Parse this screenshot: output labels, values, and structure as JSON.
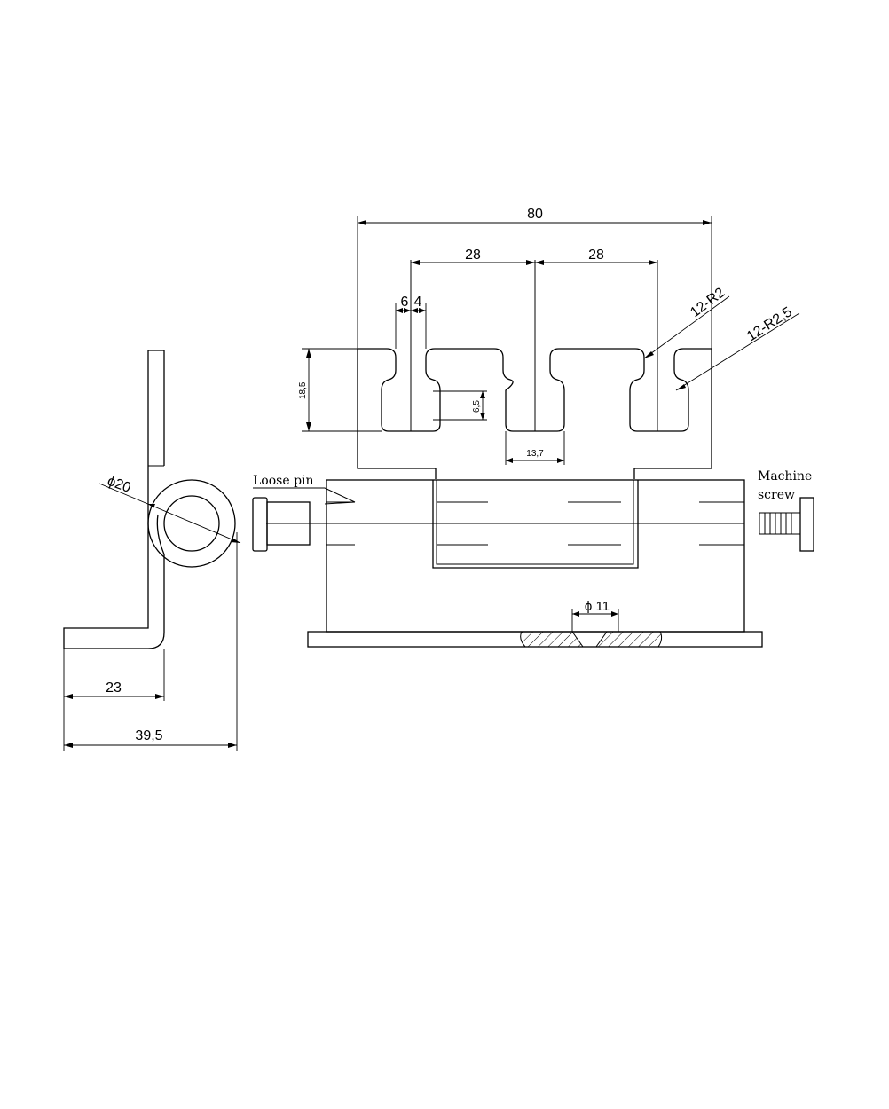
{
  "dimensions": {
    "overall_width": "80",
    "pitch_left": "28",
    "pitch_right": "28",
    "slot_width": "6",
    "slot_offset": "4",
    "bend_radius": "12-R2",
    "corner_radius": "12-R2,5",
    "height": "18,5",
    "slot_height": "6,5",
    "tab_width": "13,7",
    "diameter_knuckle": "ϕ20",
    "leg_length": "23",
    "total_depth": "39,5",
    "hole_diameter": "ϕ 11"
  },
  "labels": {
    "loose_pin": "Loose pin",
    "machine_screw_line1": "Machine",
    "machine_screw_line2": "screw"
  }
}
